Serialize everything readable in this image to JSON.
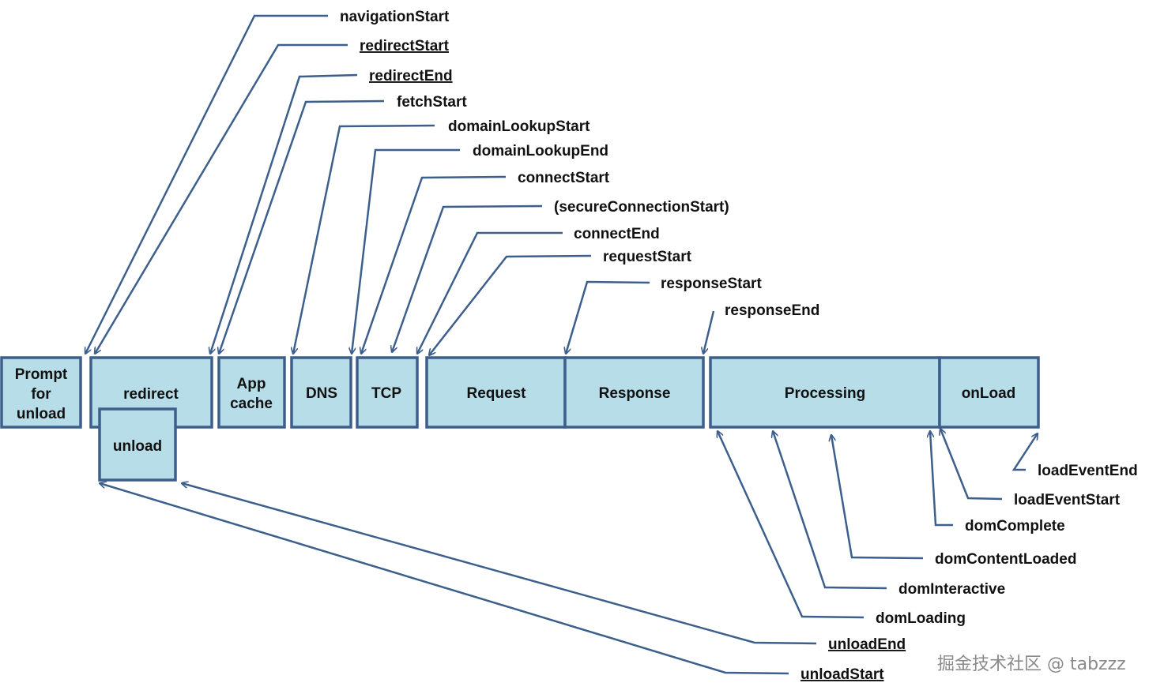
{
  "boxes": {
    "prompt_for_unload": [
      "Prompt",
      "for",
      "unload"
    ],
    "redirect": "redirect",
    "unload": "unload",
    "app_cache": [
      "App",
      "cache"
    ],
    "dns": "DNS",
    "tcp": "TCP",
    "request": "Request",
    "response": "Response",
    "processing": "Processing",
    "onload": "onLoad"
  },
  "top_labels": {
    "navigationStart": "navigationStart",
    "redirectStart": "redirectStart",
    "redirectEnd": "redirectEnd",
    "fetchStart": "fetchStart",
    "domainLookupStart": "domainLookupStart",
    "domainLookupEnd": "domainLookupEnd",
    "connectStart": "connectStart",
    "secureConnectionStart": "(secureConnectionStart)",
    "connectEnd": "connectEnd",
    "requestStart": "requestStart",
    "responseStart": "responseStart",
    "responseEnd": "responseEnd"
  },
  "bottom_labels": {
    "loadEventEnd": "loadEventEnd",
    "loadEventStart": "loadEventStart",
    "domComplete": "domComplete",
    "domContentLoaded": "domContentLoaded",
    "domInteractive": "domInteractive",
    "domLoading": "domLoading",
    "unloadEnd": "unloadEnd",
    "unloadStart": "unloadStart"
  },
  "underlined": [
    "redirectStart",
    "redirectEnd",
    "unloadEnd",
    "unloadStart"
  ],
  "watermark": "掘金技术社区 @ tabzzz",
  "colors": {
    "box_fill": "#b7dde8",
    "box_stroke": "#3d5f8c",
    "line": "#3d5f8c"
  }
}
